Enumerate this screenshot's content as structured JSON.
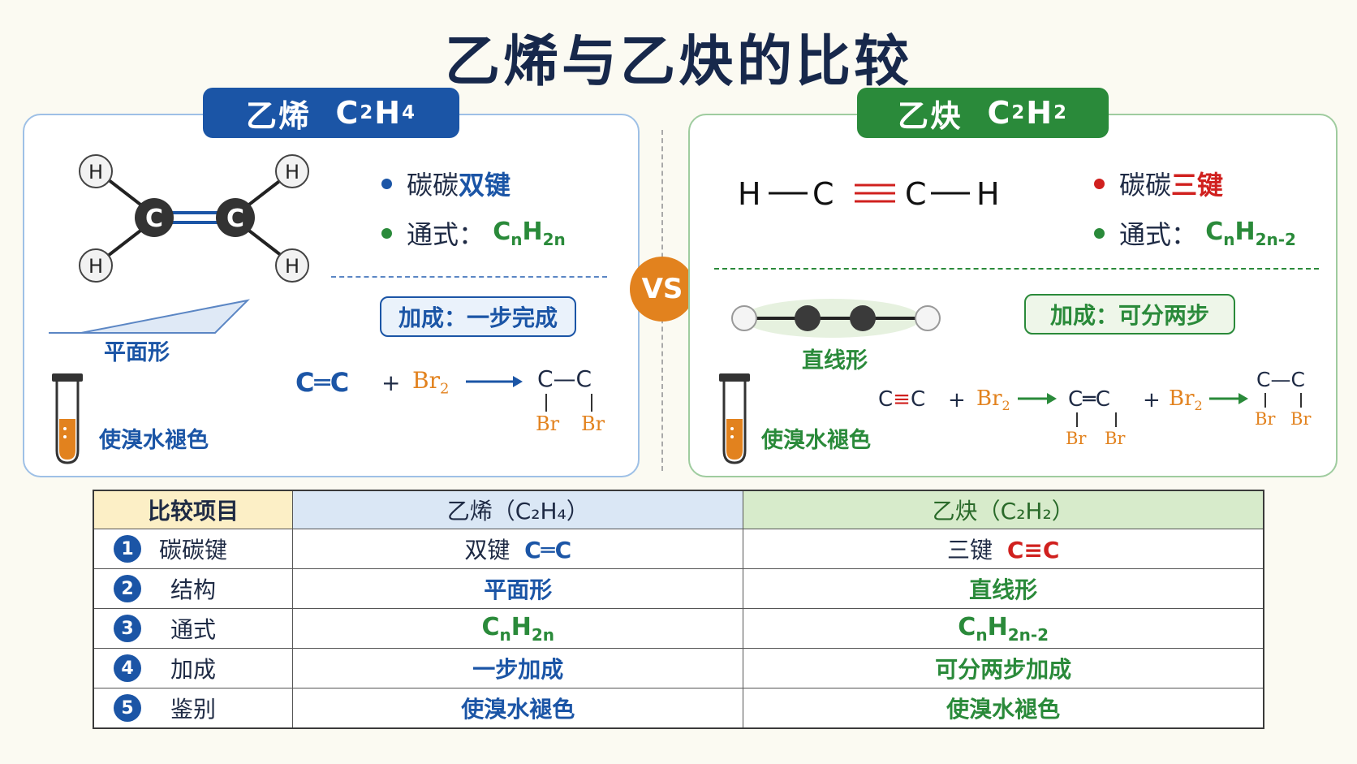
{
  "title": "乙烯与乙炔的比较",
  "vs": "VS",
  "ethylene": {
    "name": "乙烯",
    "bond_prefix": "碳碳",
    "bond": "双键",
    "formula_label": "通式：",
    "shape": "平面形",
    "addition": "加成：一步完成",
    "test": "使溴水褪色",
    "reactant": "C═C",
    "plus": "+",
    "br2": "Br",
    "product_top": "C—C",
    "br": "Br"
  },
  "acetylene": {
    "name": "乙炔",
    "bond_prefix": "碳碳",
    "bond": "三键",
    "formula_label": "通式：",
    "shape": "直线形",
    "addition": "加成：可分两步",
    "test": "使溴水褪色",
    "reactant": "C≡C",
    "plus": "+",
    "br2": "Br",
    "intermediate_top": "C═C",
    "product_top": "C—C",
    "br": "Br"
  },
  "table": {
    "headers": [
      "比较项目",
      "乙烯（C₂H₄）",
      "乙炔（C₂H₂）"
    ],
    "rows": [
      {
        "num": "1",
        "item": "碳碳键",
        "ethylene": "双键",
        "ethylene_f": "C═C",
        "acetylene": "三键",
        "acetylene_f": "C≡C"
      },
      {
        "num": "2",
        "item": "结构",
        "ethylene": "平面形",
        "acetylene": "直线形"
      },
      {
        "num": "3",
        "item": "通式"
      },
      {
        "num": "4",
        "item": "加成",
        "ethylene": "一步加成",
        "acetylene": "可分两步加成"
      },
      {
        "num": "5",
        "item": "鉴别",
        "ethylene": "使溴水褪色",
        "acetylene": "使溴水褪色"
      }
    ]
  },
  "colors": {
    "blue": "#1b55a6",
    "green": "#2a8a3a",
    "red": "#d0201e",
    "orange": "#e2821e"
  }
}
